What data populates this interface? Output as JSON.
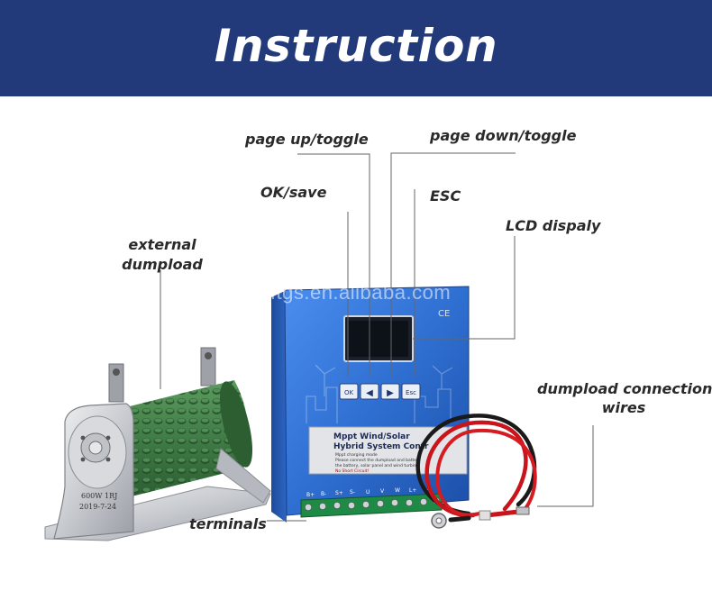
{
  "banner": {
    "title": "Instruction"
  },
  "labels": {
    "page_up": "page up/toggle",
    "page_down": "page down/toggle",
    "ok_save": "OK/save",
    "esc": "ESC",
    "lcd": "LCD dispaly",
    "external_dumpload_line1": "external",
    "external_dumpload_line2": "dumpload",
    "dumpload_wires_line1": "dumpload connection",
    "dumpload_wires_line2": "wires",
    "terminals": "terminals"
  },
  "watermark": "wxftgs.en.alibaba.com",
  "controller": {
    "buttons": {
      "ok": "OK",
      "left": "◀",
      "right": "▶",
      "esc": "Esc"
    },
    "name_line1": "Mppt Wind/Solar",
    "name_line2": "Hybrid System Contr",
    "notes": [
      "Mppt charging mode",
      "Please connect the dumpload and battery",
      "the battery, solar panel and wind turbine",
      "No Short Circuit!"
    ],
    "terminal_labels": [
      "B+",
      "B-",
      "S+",
      "S-",
      "U",
      "V",
      "W",
      "L+",
      "L-"
    ],
    "ce": "CE"
  },
  "resistor": {
    "marking_line1": "600W 1RJ",
    "marking_line2": "2019-7-24"
  },
  "colors": {
    "banner": "#22397a",
    "controller": "#2f6fd1",
    "resistor": "#3e7a45",
    "wire_red": "#c9141b",
    "wire_black": "#1a1a1a"
  }
}
